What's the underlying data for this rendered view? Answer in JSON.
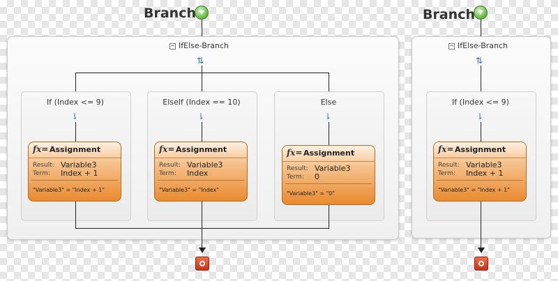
{
  "left_workflow": {
    "title": "Branch",
    "sequence_label": "IfElse-Branch",
    "branches": [
      {
        "condition": "If (Index <= 9)",
        "activity": "Assignment",
        "result_label": "Result:",
        "result_value": "Variable3",
        "term_label": "Term:",
        "term_value": "Index + 1",
        "expression": "\"Variable3\" = \"Index + 1\""
      },
      {
        "condition": "ElseIf (Index == 10)",
        "activity": "Assignment",
        "result_label": "Result:",
        "result_value": "Variable3",
        "term_label": "Term:",
        "term_value": "Index",
        "expression": "\"Variable3\" = \"Index\""
      },
      {
        "condition": "Else",
        "activity": "Assignment",
        "result_label": "Result:",
        "result_value": "Variable3",
        "term_label": "Term:",
        "term_value": "0",
        "expression": "\"Variable3\" = \"0\""
      }
    ]
  },
  "right_workflow": {
    "title": "Branch",
    "sequence_label": "IfElse-Branch",
    "branches": [
      {
        "condition": "If (Index <= 9)",
        "activity": "Assignment",
        "result_label": "Result:",
        "result_value": "Variable3",
        "term_label": "Term:",
        "term_value": "Index + 1",
        "expression": "\"Variable3\" = \"Index + 1\""
      }
    ]
  },
  "icons": {
    "start": "go-icon",
    "end": "stop-icon",
    "function": "fx-icon",
    "collapse": "collapse-icon",
    "split": "split-icon",
    "flow": "flow-down-icon"
  },
  "colors": {
    "activity_orange": "#e98a2f",
    "start_green": "#6fbf4c",
    "end_red": "#d94225",
    "flow_arrow_blue": "#2e6fcc"
  }
}
